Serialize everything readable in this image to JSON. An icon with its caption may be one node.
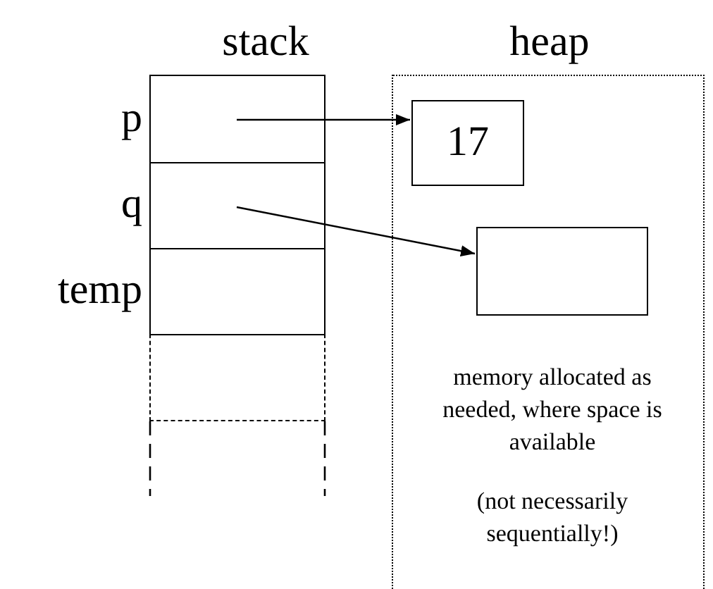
{
  "diagram": {
    "nodes": [
      {
        "text": [
          "stack"
        ]
      },
      {
        "text": [
          "p"
        ],
        "in": 0
      },
      {
        "text": [
          "q"
        ],
        "in": 0
      },
      {
        "text": [
          "temp"
        ],
        "in": 0
      },
      {
        "text": [],
        "shape": "box",
        "in": 0
      },
      {
        "text": [
          "heap",
          "memory allocated as needed, where space is available",
          "(not necessarily sequentially!)"
        ]
      },
      {
        "text": [
          "17"
        ],
        "in": 5
      },
      {
        "text": [],
        "shape": "box",
        "in": 5
      }
    ],
    "edges": [
      {
        "from": 1,
        "to": 6,
        "arrow": "to"
      },
      {
        "from": 2,
        "to": 7,
        "arrow": "to"
      }
    ]
  }
}
